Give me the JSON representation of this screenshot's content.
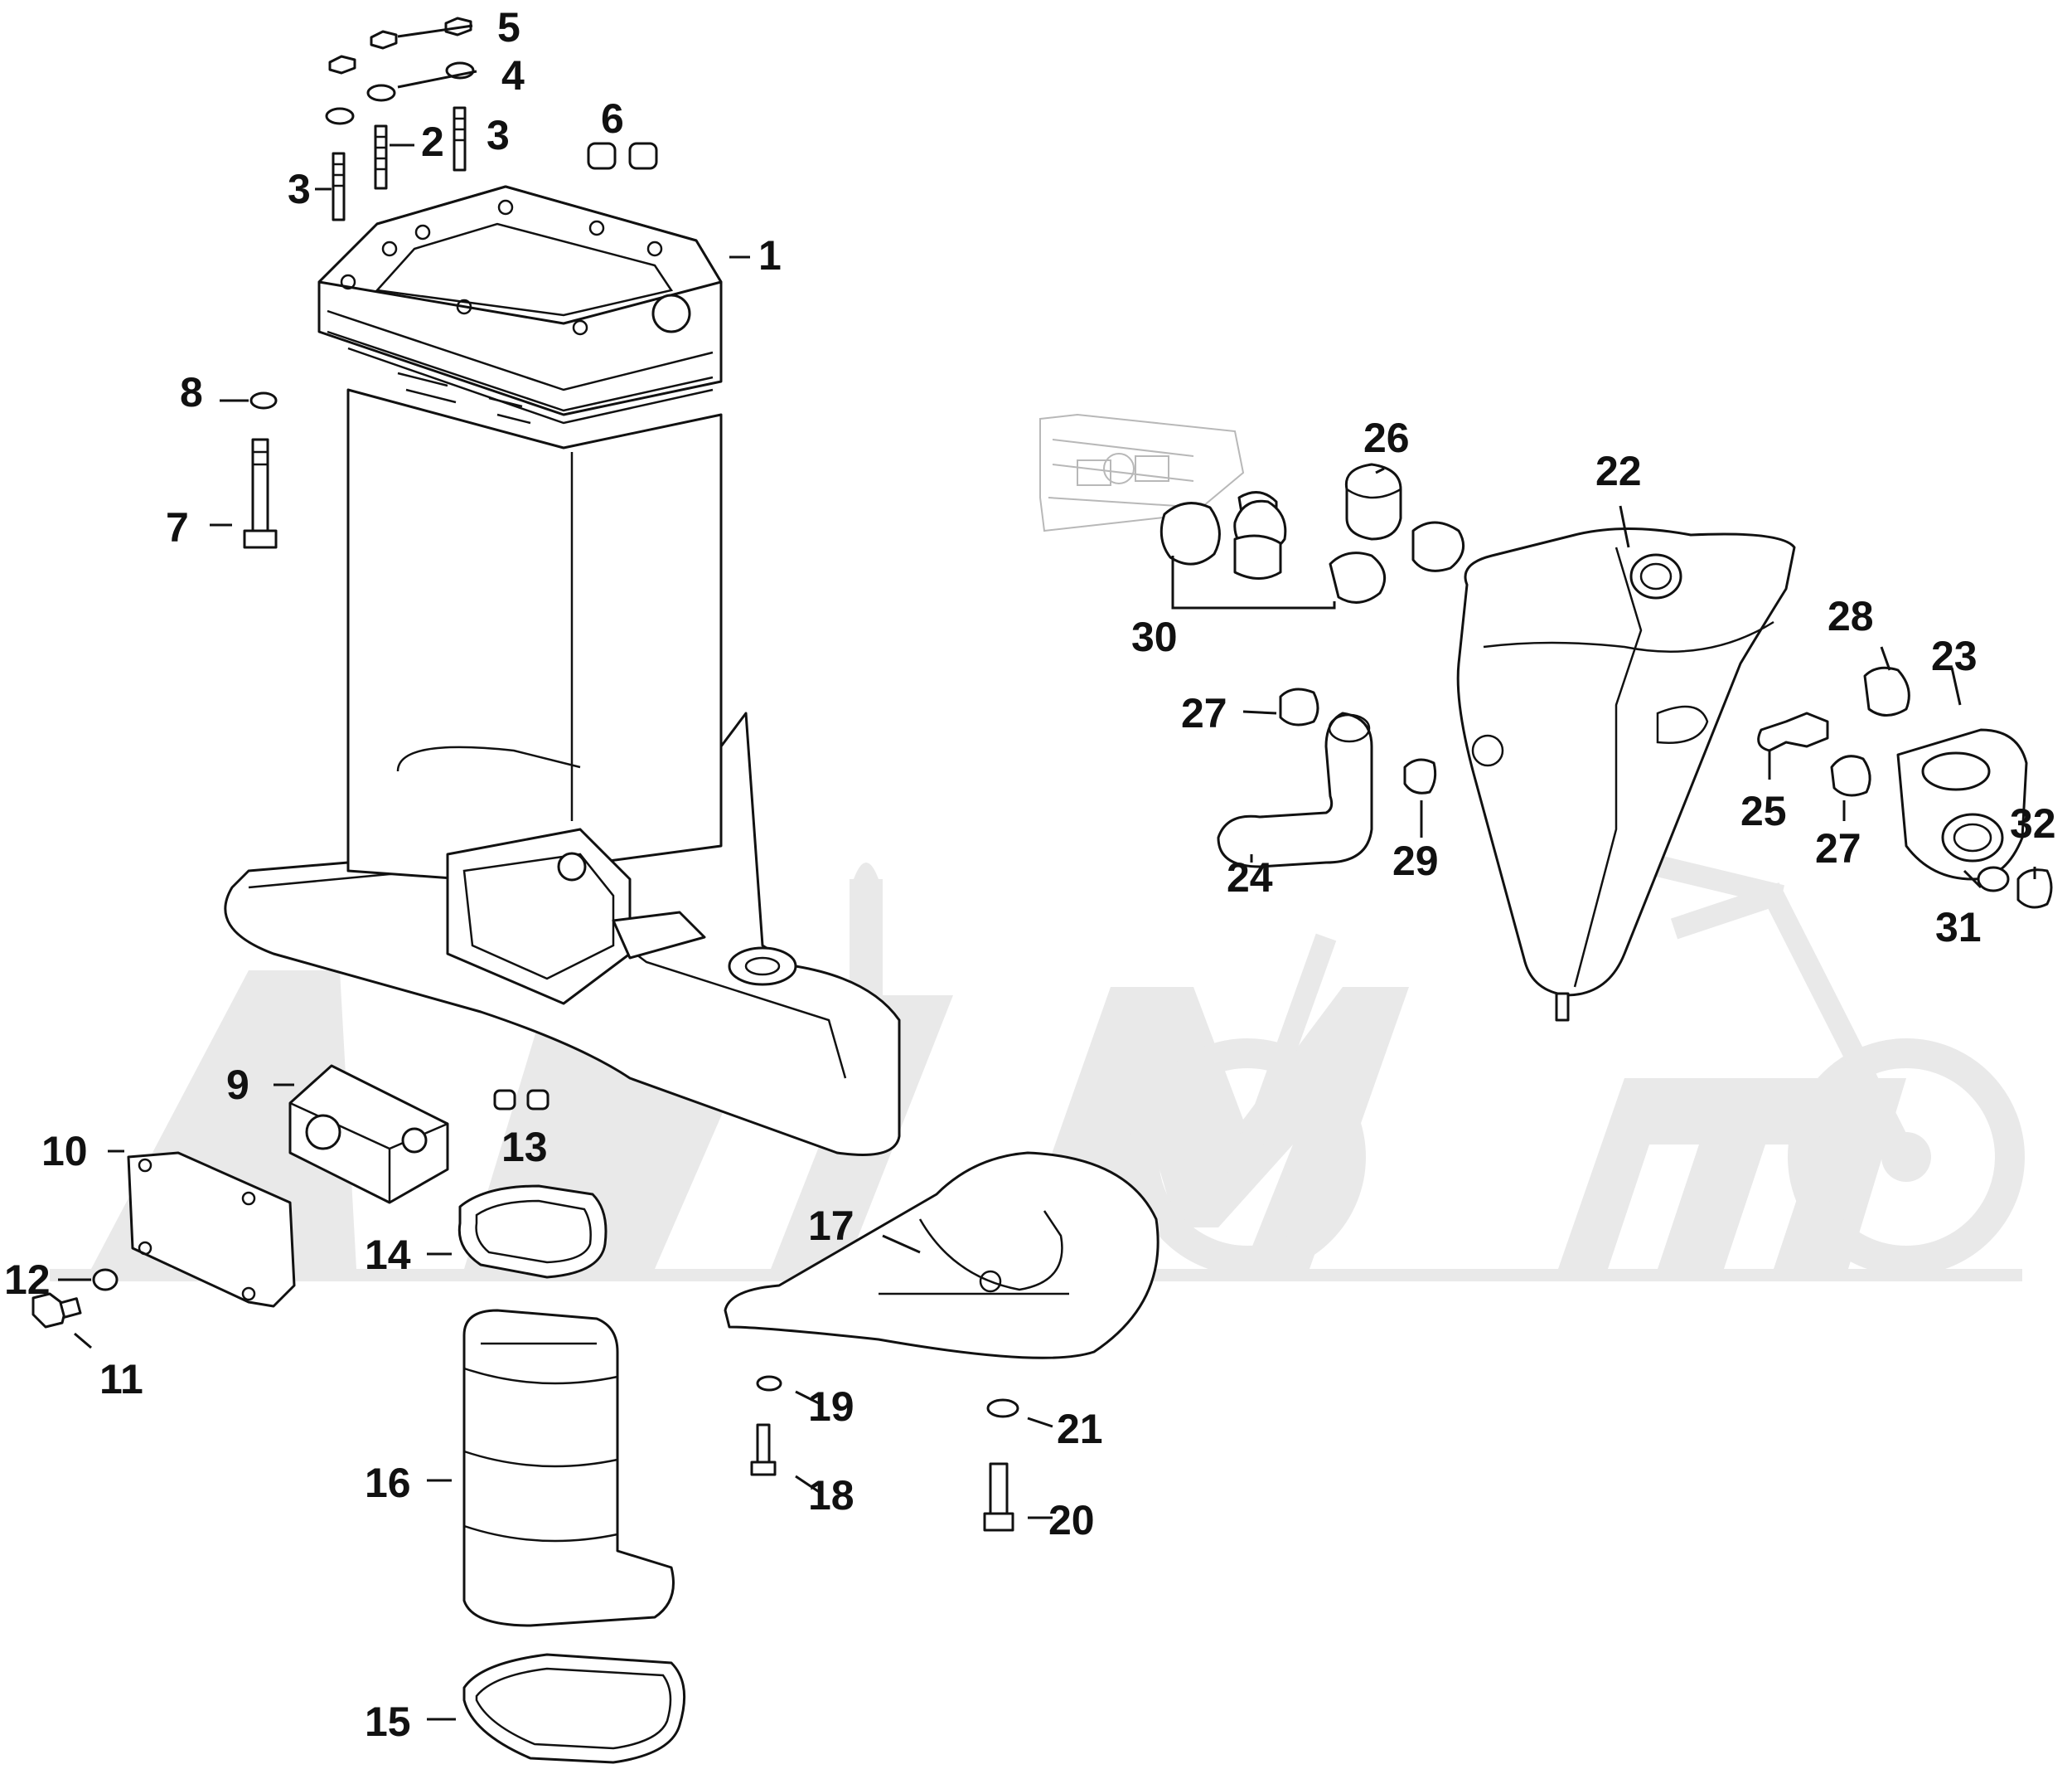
{
  "colors": {
    "line": "#111111",
    "watermark": "#e9e9e9",
    "ghost_part": "#b8b8b8",
    "background": "#ffffff"
  },
  "labels": {
    "l1": "1",
    "l2": "2",
    "l3a": "3",
    "l3b": "3",
    "l4": "4",
    "l5": "5",
    "l6": "6",
    "l7": "7",
    "l8": "8",
    "l9": "9",
    "l10": "10",
    "l11": "11",
    "l12": "12",
    "l13": "13",
    "l14": "14",
    "l15": "15",
    "l16": "16",
    "l17": "17",
    "l18": "18",
    "l19": "19",
    "l20": "20",
    "l21": "21",
    "l22": "22",
    "l23": "23",
    "l24": "24",
    "l25": "25",
    "l26": "26",
    "l27a": "27",
    "l27b": "27",
    "l28": "28",
    "l29": "29",
    "l30": "30",
    "l31": "31",
    "l32": "32"
  },
  "watermark": {
    "logo_name": "motorcycle-watermark-logo"
  }
}
